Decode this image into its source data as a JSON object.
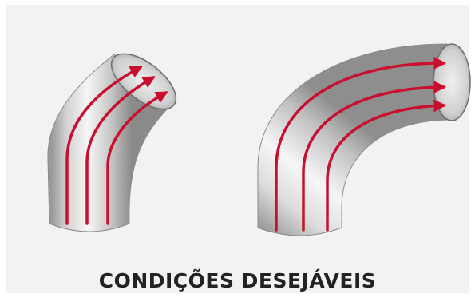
{
  "caption": "CONDIÇÕES DESEJÁVEIS",
  "colors": {
    "background": "#f2f2f2",
    "arrow": "#c8102e",
    "caption": "#222222",
    "pipe_light": "#f4f4f4",
    "pipe_dark": "#8c8c8c"
  },
  "figures": [
    {
      "name": "45-degree-elbow",
      "arrows": 3
    },
    {
      "name": "90-degree-elbow",
      "arrows": 3
    }
  ]
}
